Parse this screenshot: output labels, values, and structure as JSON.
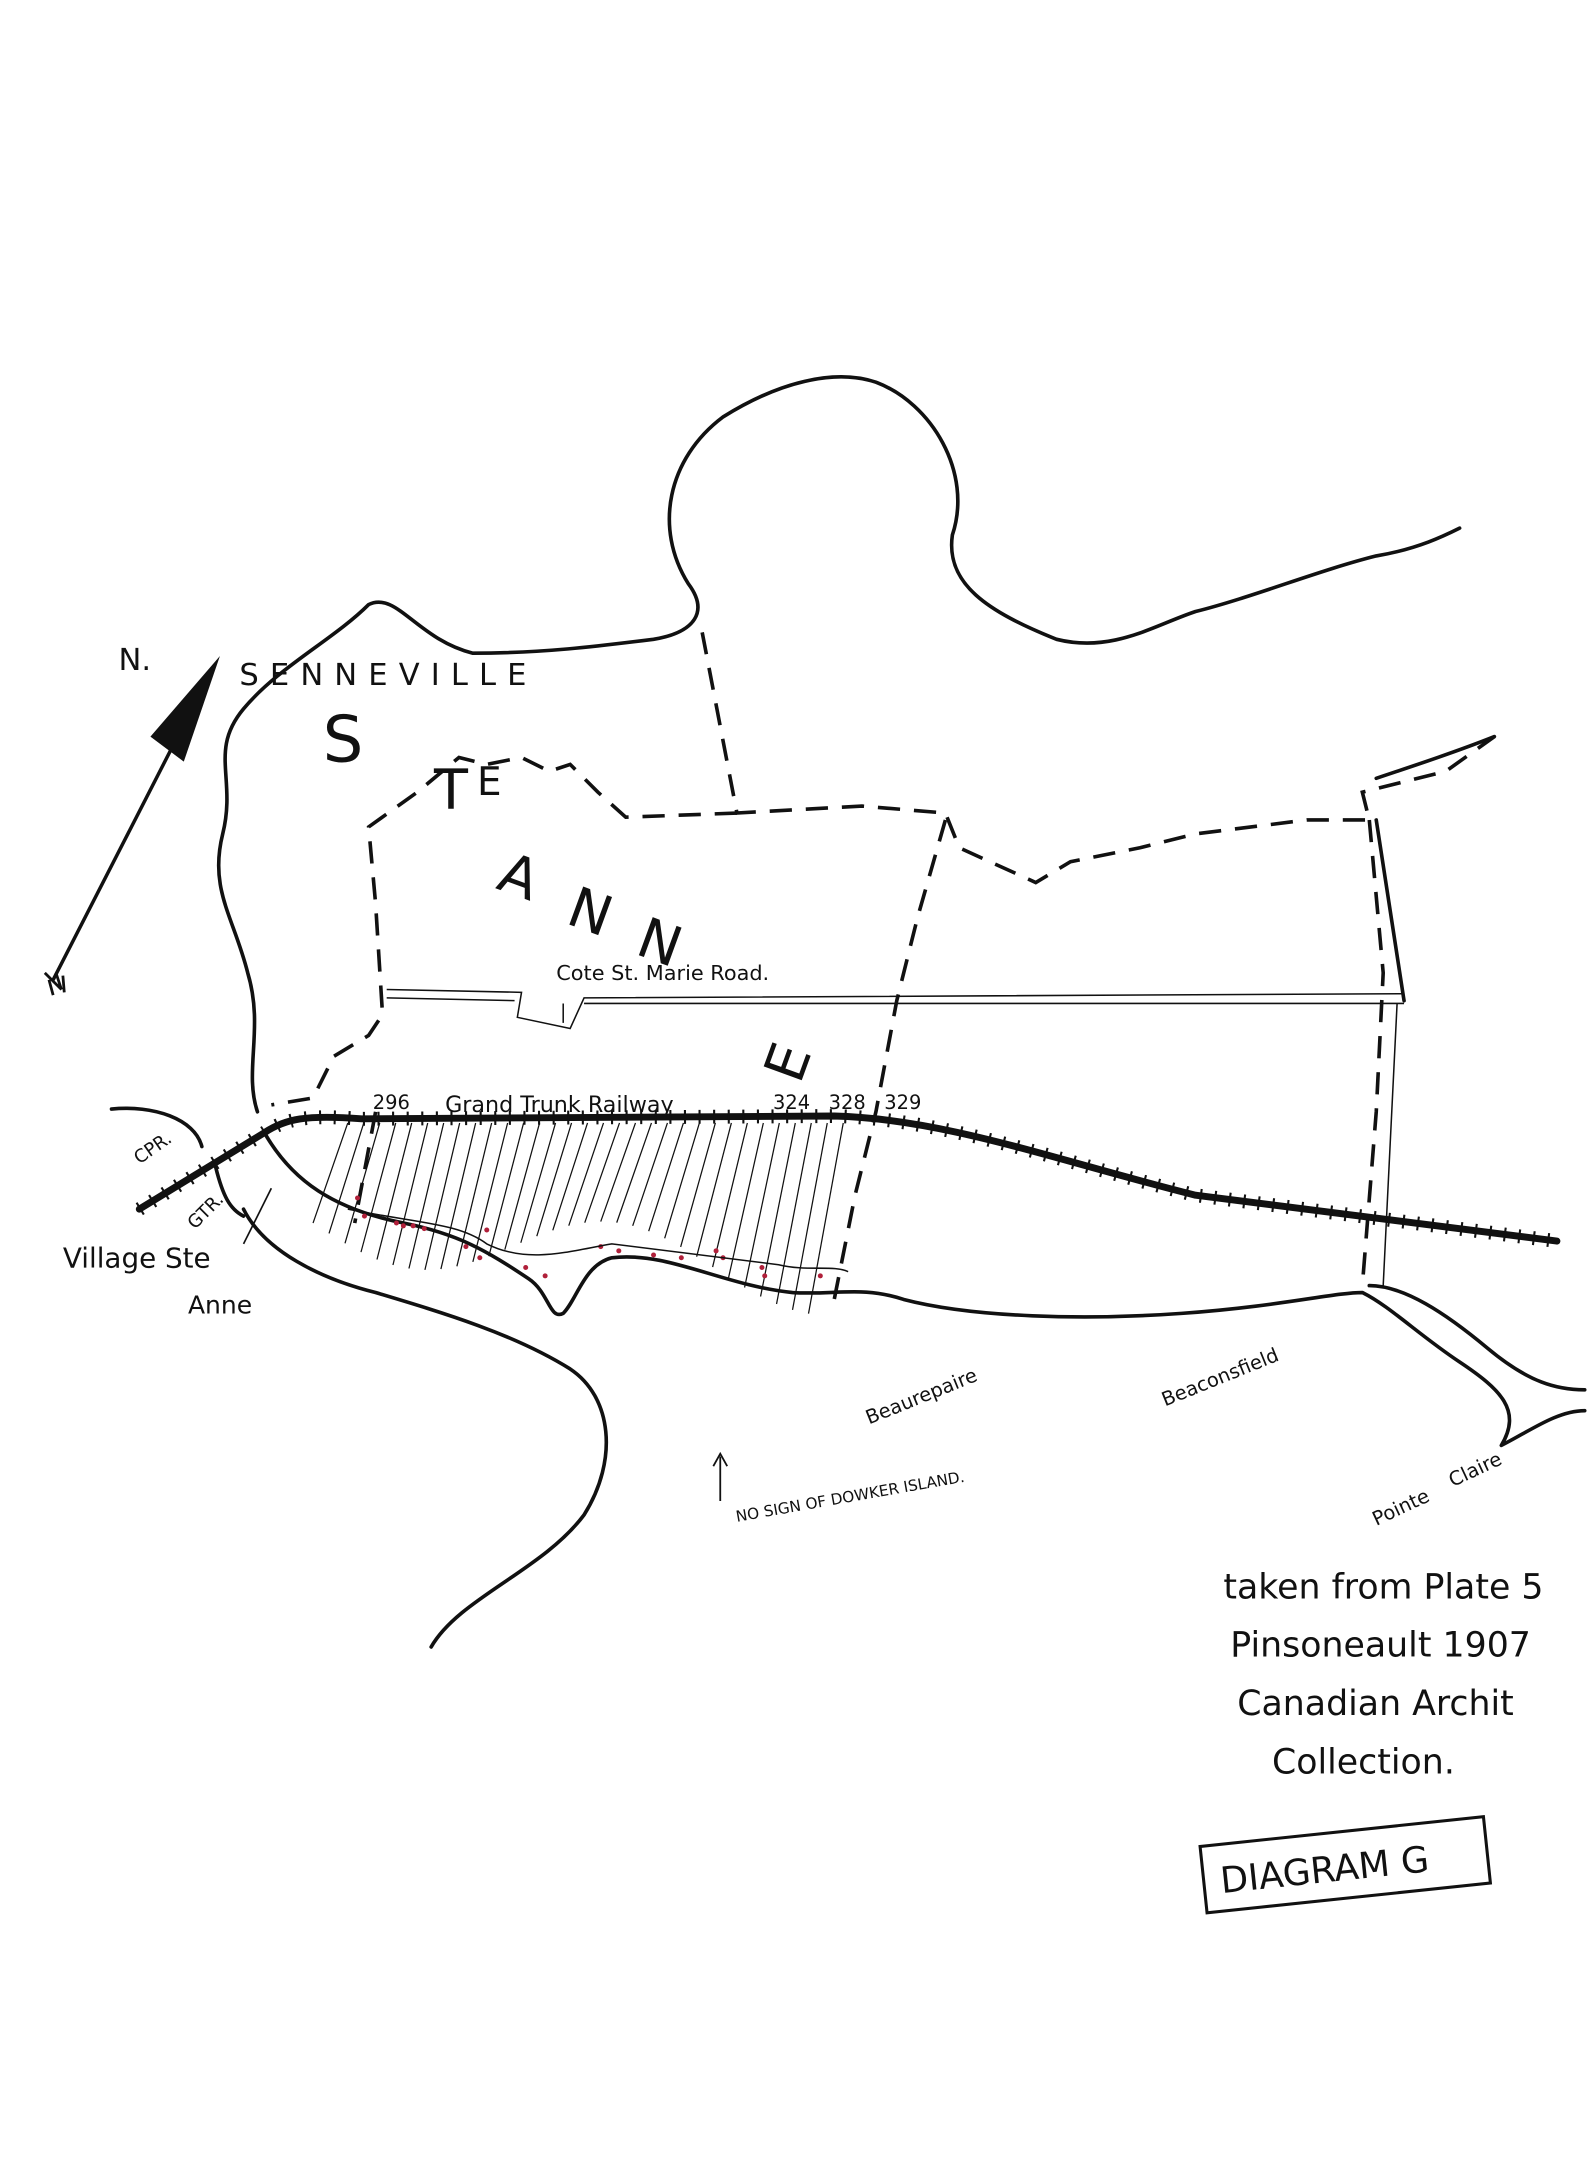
{
  "map": {
    "north_label": "N.",
    "senneville_label": "SENNEVILLE",
    "ste_anne_letters": [
      "S",
      "T",
      "E",
      "A",
      "N",
      "N",
      "E"
    ],
    "road_label": "Cote St. Marie Road.",
    "railway_label": "Grand Trunk Railway",
    "lot_numbers": [
      "296",
      "324",
      "328",
      "329"
    ],
    "cpr_label": "CPR.",
    "gtr_label": "GTR.",
    "village_label_line1": "Village Ste",
    "village_label_line2": "Anne",
    "beaurepaire_label": "Beaurepaire",
    "beaconsfield_label": "Beaconsfield",
    "pointe_label": "Pointe",
    "claire_label": "Claire",
    "island_note": "NO SIGN OF DOWKER ISLAND.",
    "source_lines": [
      "taken from Plate 5",
      "Pinsoneault 1907",
      "Canadian Archit",
      "Collection."
    ],
    "diagram_label": "DIAGRAM G",
    "dot_color": "#b0203a"
  }
}
